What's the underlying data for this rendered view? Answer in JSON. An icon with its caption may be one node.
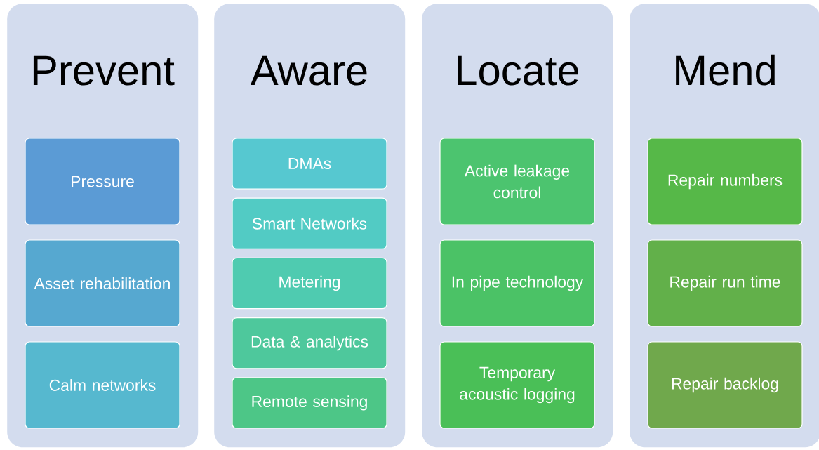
{
  "diagram": {
    "nodes": [
      {
        "text": [
          "Prevent"
        ]
      },
      {
        "text": [
          "Pressure"
        ],
        "in": 0
      },
      {
        "text": [
          "Asset rehabilitation"
        ],
        "in": 0
      },
      {
        "text": [
          "Calm networks"
        ],
        "in": 0
      },
      {
        "text": [
          "Aware"
        ]
      },
      {
        "text": [
          "DMAs"
        ],
        "in": 4
      },
      {
        "text": [
          "Smart Networks"
        ],
        "in": 4
      },
      {
        "text": [
          "Metering"
        ],
        "in": 4
      },
      {
        "text": [
          "Data & analytics"
        ],
        "in": 4
      },
      {
        "text": [
          "Remote sensing"
        ],
        "in": 4
      },
      {
        "text": [
          "Locate"
        ]
      },
      {
        "text": [
          "Active leakage control"
        ],
        "in": 10
      },
      {
        "text": [
          "In pipe technology"
        ],
        "in": 10
      },
      {
        "text": [
          "Temporary acoustic logging"
        ],
        "in": 10
      },
      {
        "text": [
          "Mend"
        ]
      },
      {
        "text": [
          "Repair numbers"
        ],
        "in": 14
      },
      {
        "text": [
          "Repair run time"
        ],
        "in": 14
      },
      {
        "text": [
          "Repair backlog"
        ],
        "in": 14
      }
    ]
  }
}
